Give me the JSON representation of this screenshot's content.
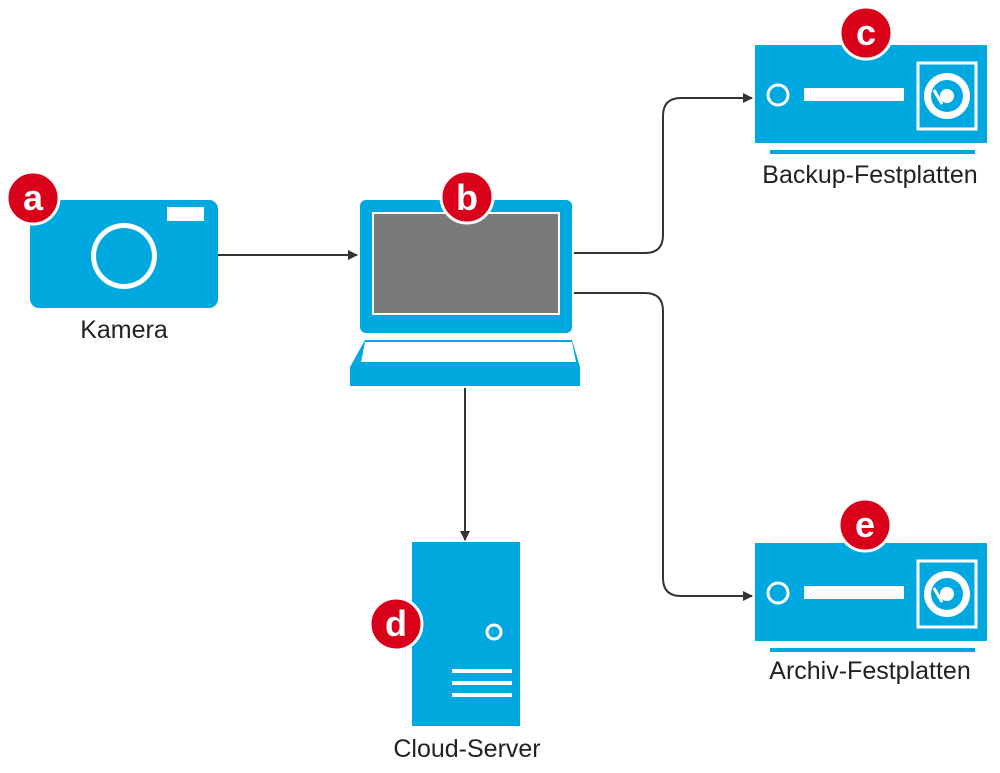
{
  "colors": {
    "device": "#00a8e0",
    "device_dark": "#0090c4",
    "badge": "#d9001a",
    "screen": "#7a7a7a",
    "arrow": "#333333",
    "white": "#ffffff"
  },
  "nodes": {
    "camera": {
      "badge": "a",
      "label": "Kamera",
      "icon": "camera-icon"
    },
    "laptop": {
      "badge": "b",
      "label": "",
      "icon": "laptop-icon"
    },
    "backup": {
      "badge": "c",
      "label": "Backup-Festplatten",
      "icon": "hard-drive-icon"
    },
    "cloud": {
      "badge": "d",
      "label": "Cloud-Server",
      "icon": "server-tower-icon"
    },
    "archive": {
      "badge": "e",
      "label": "Archiv-Festplatten",
      "icon": "hard-drive-icon"
    }
  },
  "edges": [
    {
      "from": "camera",
      "to": "laptop"
    },
    {
      "from": "laptop",
      "to": "backup"
    },
    {
      "from": "laptop",
      "to": "archive"
    },
    {
      "from": "laptop",
      "to": "cloud"
    }
  ]
}
